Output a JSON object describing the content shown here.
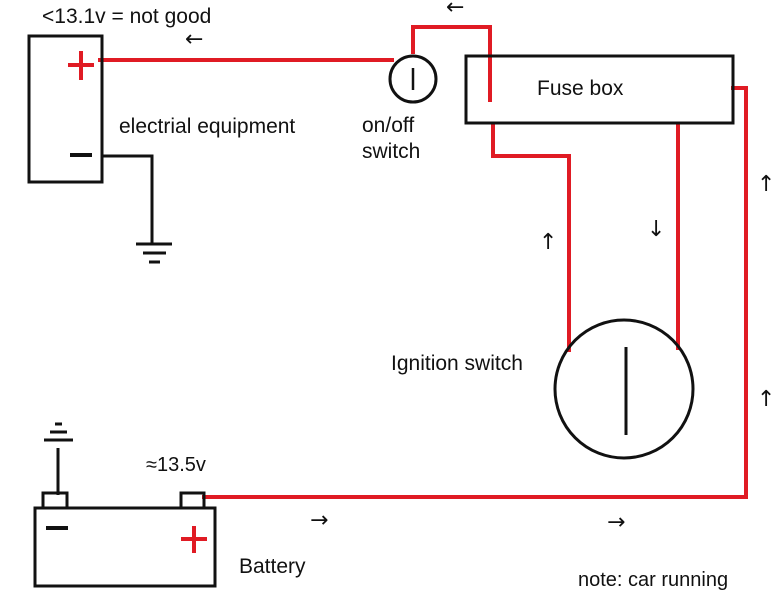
{
  "labels": {
    "equipment_voltage": "<13.1v = not good",
    "equipment": "electrial equipment",
    "onoff_line1": "on/off",
    "onoff_line2": "switch",
    "fuse_box": "Fuse box",
    "ignition": "Ignition switch",
    "battery_voltage": "≈13.5v",
    "battery": "Battery",
    "note": "note: car running"
  },
  "symbols": {
    "plus": "+",
    "minus": "−",
    "arrow_left": "←",
    "arrow_right": "→",
    "arrow_up": "↑",
    "arrow_down": "↓"
  },
  "colors": {
    "wire_positive": "#e01b24",
    "wire_ground": "#111111",
    "outline": "#111111",
    "background": "#ffffff"
  }
}
